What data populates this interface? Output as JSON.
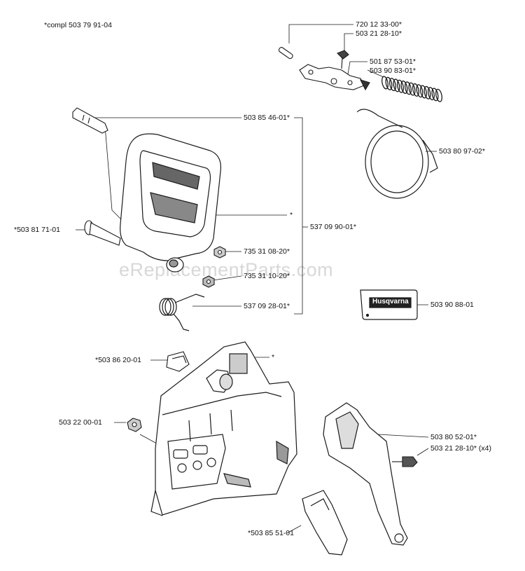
{
  "header": {
    "kit_prefix": "*compl",
    "kit_number": "503 79 91-04"
  },
  "watermark": "eReplacementParts.com",
  "brand_decal_text": "Husqvarna",
  "labels": {
    "p_720123300": "720 12 33-00*",
    "p_503212810_a": "503 21 28-10*",
    "p_501875301": "501 87 53-01*",
    "p_503908301": "503 90 83-01*",
    "p_503854601": "503 85 46-01*",
    "p_503809702": "503 80 97-02*",
    "p_star_cover": "*",
    "p_503817101": "*503 81 71-01",
    "p_537099001": "537 09 90-01*",
    "p_735310820": "735 31 08-20*",
    "p_735311020": "735 31 10-20*",
    "p_537092801": "537 09 28-01*",
    "p_503908801": "503 90 88-01",
    "p_503862001": "*503 86 20-01",
    "p_star_casing": "*",
    "p_503220001": "503 22 00-01",
    "p_503805201": "503 80 52-01*",
    "p_503212810_b": "503 21 28-10*",
    "p_qty_x4": "(x4)",
    "p_503855101": "*503 85 51-01"
  }
}
